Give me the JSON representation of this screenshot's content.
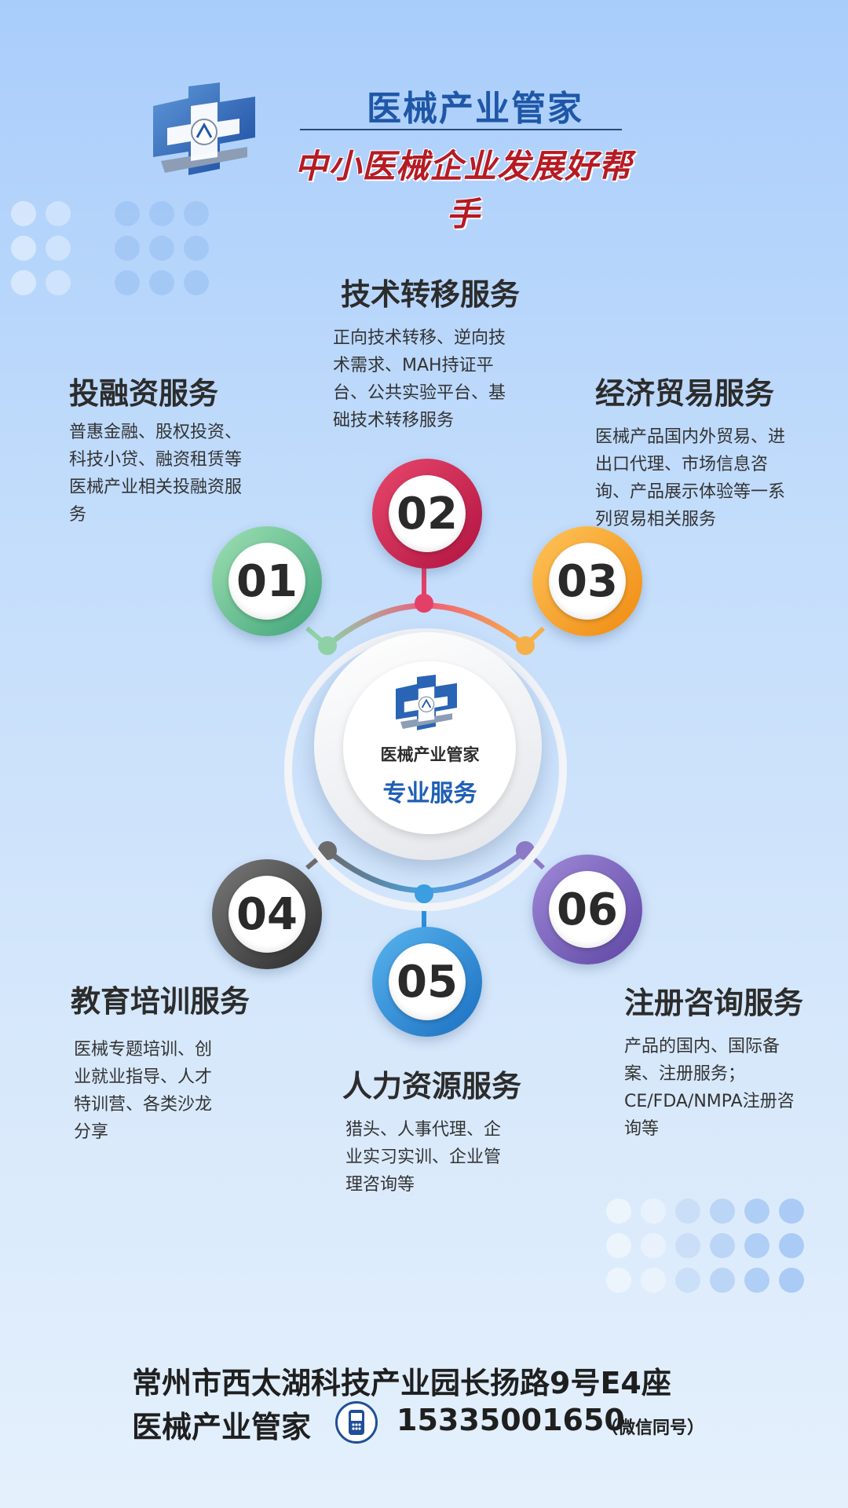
{
  "header": {
    "brand_title": "医械产业管家",
    "slogan": "中小医械企业发展好帮手"
  },
  "hub": {
    "name": "医械产业管家",
    "subtitle": "专业服务"
  },
  "services": [
    {
      "number": "01",
      "title": "投融资服务",
      "description": "普惠金融、股权投资、科技小贷、融资租赁等医械产业相关投融资服务",
      "color": "#6cc48f"
    },
    {
      "number": "02",
      "title": "技术转移服务",
      "description": "正向技术转移、逆向技术需求、MAH持证平台、公共实验平台、基础技术转移服务",
      "color": "#d42a55"
    },
    {
      "number": "03",
      "title": "经济贸易服务",
      "description": "医械产品国内外贸易、进出口代理、市场信息咨询、产品展示体验等一系列贸易相关服务",
      "color": "#f5a22a"
    },
    {
      "number": "04",
      "title": "教育培训服务",
      "description": "医械专题培训、创业就业指导、人才特训营、各类沙龙分享",
      "color": "#4a4a4a"
    },
    {
      "number": "05",
      "title": "人力资源服务",
      "description": "猎头、人事代理、企业实习实训、企业管理咨询等",
      "color": "#2c8fd8"
    },
    {
      "number": "06",
      "title": "注册咨询服务",
      "description": "产品的国内、国际备案、注册服务；CE/FDA/NMPA注册咨询等",
      "color": "#7a63b8"
    }
  ],
  "footer": {
    "address": "常州市西太湖科技产业园长扬路9号E4座",
    "company": "医械产业管家",
    "phone": "15335001650",
    "wechat_note": "（微信同号）"
  },
  "icons": {
    "logo": "medical-cross-logo-icon",
    "phone": "mobile-phone-icon"
  },
  "colors": {
    "brand_blue": "#1f57a8",
    "slogan_red": "#b61b24",
    "hub_blue": "#1f5fb5"
  }
}
